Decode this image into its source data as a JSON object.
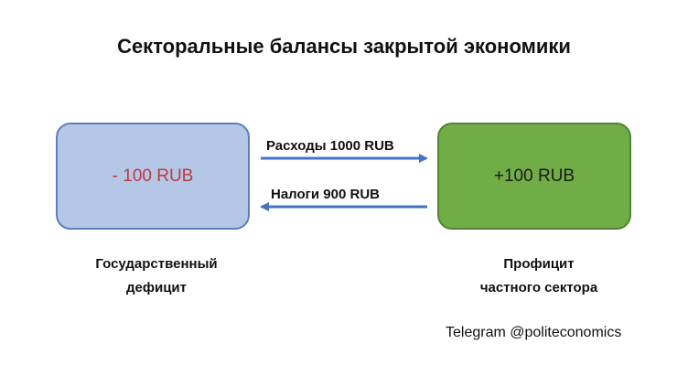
{
  "title": "Секторальные балансы закрытой экономики",
  "government": {
    "box_value": "- 100 RUB",
    "caption_line1": "Государственный",
    "caption_line2": "дефицит"
  },
  "private": {
    "box_value": "+100 RUB",
    "caption_line1": "Профицит",
    "caption_line2": "частного сектора"
  },
  "flows": {
    "expenditure_label": "Расходы 1000 RUB",
    "taxes_label": "Налоги 900 RUB"
  },
  "colors": {
    "government_fill": "#b4c7e7",
    "government_border": "#5b7fbf",
    "government_text": "#c0393b",
    "private_fill": "#70ad47",
    "private_border": "#548235",
    "arrow": "#4472c4"
  },
  "footer": "Telegram @politeconomics"
}
